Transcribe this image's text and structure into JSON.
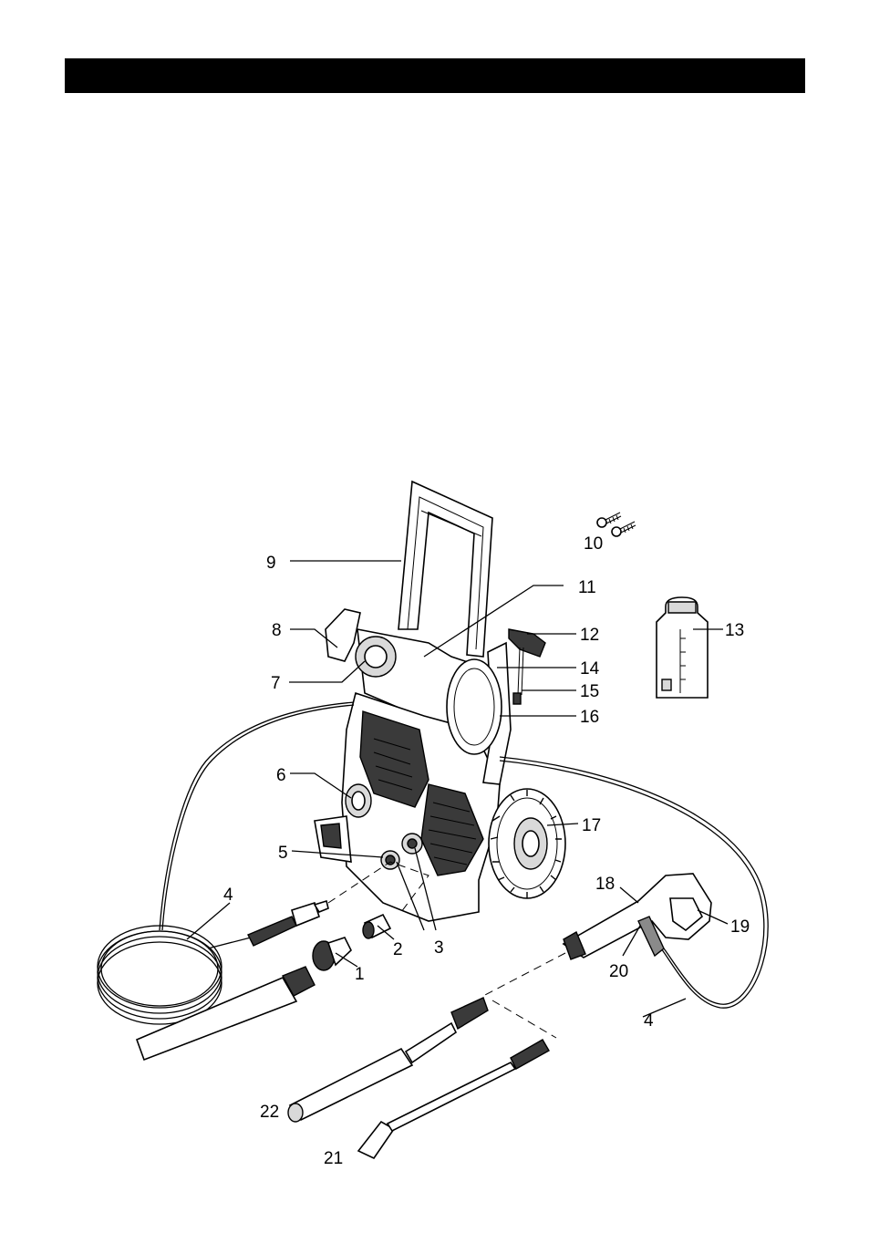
{
  "labels": {
    "p1": "1",
    "p2": "2",
    "p3": "3",
    "p4a": "4",
    "p4b": "4",
    "p5": "5",
    "p6": "6",
    "p7": "7",
    "p8": "8",
    "p9": "9",
    "p10": "10",
    "p11": "11",
    "p12": "12",
    "p13": "13",
    "p14": "14",
    "p15": "15",
    "p16": "16",
    "p17": "17",
    "p18": "18",
    "p19": "19",
    "p20": "20",
    "p21": "21",
    "p22": "22"
  }
}
